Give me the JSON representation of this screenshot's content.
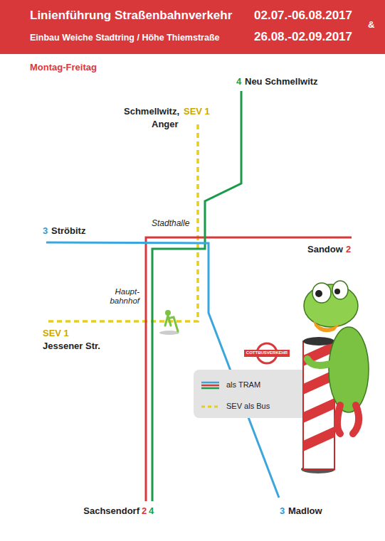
{
  "diagram": {
    "title": "Linienführung Straßenbahnverkehr",
    "labels": [
      "02.07.-06.08.2017",
      "&",
      "Einbau Weiche Stadtring / Höhe Thiemstraße",
      "26.08.-02.09.2017",
      "Montag-Freitag",
      "4",
      "Neu Schmellwitz",
      "Schmellwitz,",
      "SEV 1",
      "Anger",
      "Stadthalle",
      "3",
      "Ströbitz",
      "Sandow",
      "2",
      "Haupt- bahnhof",
      "SEV 1",
      "Jessener Str.",
      "Sachsendorf",
      "2",
      "4",
      "3",
      "Madlow",
      "COTTBUSVERKEHR"
    ],
    "legend": [
      {
        "text": "als TRAM"
      },
      {
        "text": "SEV als Bus"
      }
    ]
  }
}
